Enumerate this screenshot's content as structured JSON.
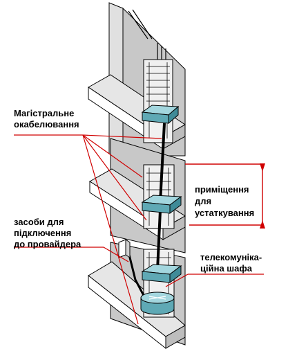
{
  "labels": {
    "backbone_line1": "Магістральне",
    "backbone_line2": "окабелювання",
    "equipment_room_line1": "приміщення",
    "equipment_room_line2": "для",
    "equipment_room_line3": "устаткування",
    "provider_line1": "засоби для",
    "provider_line2": "підключення",
    "provider_line3": "до провайдера",
    "telecom_line1": "телекомуніка-",
    "telecom_line2": "ційна шафа"
  },
  "colors": {
    "annotation": "#d00000",
    "wall": "#cfcfcf",
    "floor_top": "#e4e4e4",
    "floor_front": "#ffffff",
    "switch_top": "#9fd4dc",
    "switch_side": "#5faab7",
    "rack": "#f0f0f0",
    "cable": "#000000"
  }
}
